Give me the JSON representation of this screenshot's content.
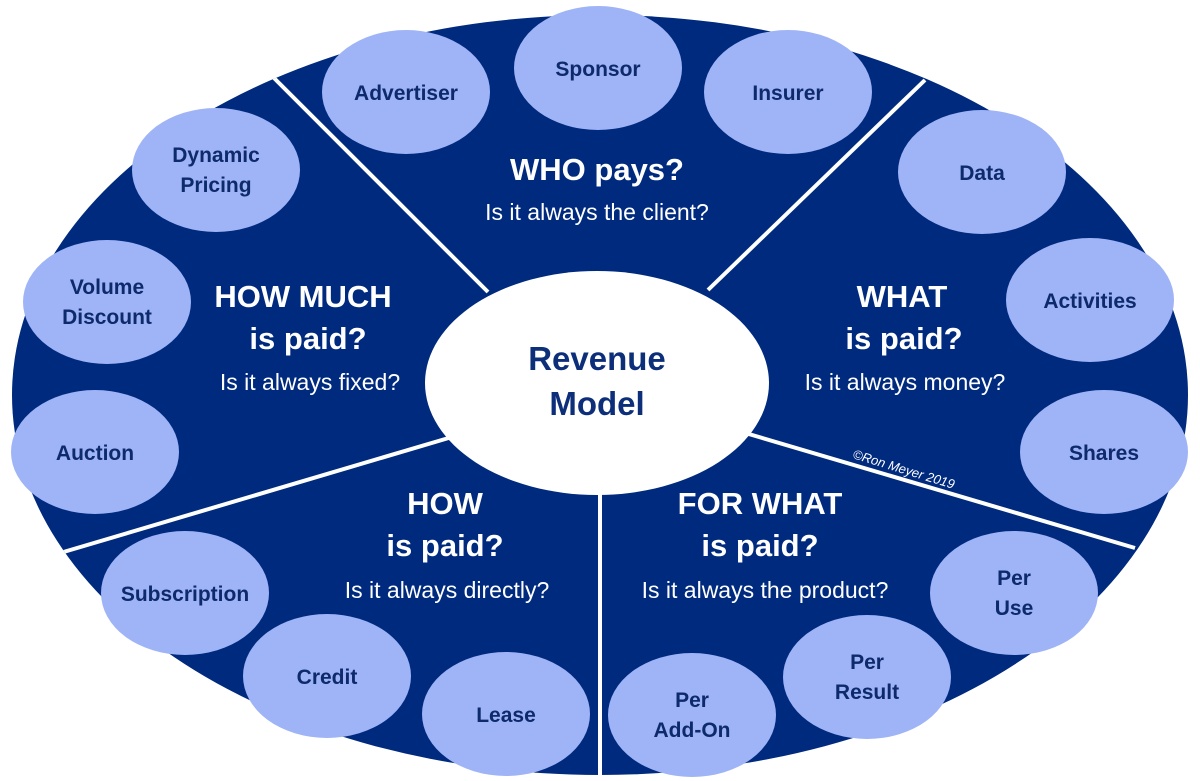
{
  "colors": {
    "ellipse_fill": "#002a7e",
    "divider": "#ffffff",
    "bubble_fill": "#9fb3f7",
    "bubble_text": "#0d2a6b",
    "center_fill": "#ffffff",
    "center_text": "#0d2f7a"
  },
  "center": {
    "line1": "Revenue",
    "line2": "Model"
  },
  "sections": {
    "who": {
      "title": "WHO pays?",
      "question": "Is it always the client?"
    },
    "what": {
      "title_line1": "WHAT",
      "title_line2": "is paid?",
      "question": "Is it always money?"
    },
    "for_what": {
      "title_line1": "FOR WHAT",
      "title_line2": "is paid?",
      "question": "Is it always the product?"
    },
    "how": {
      "title_line1": "HOW",
      "title_line2": "is paid?",
      "question": "Is it always directly?"
    },
    "how_much": {
      "title_line1": "HOW MUCH",
      "title_line2": "is paid?",
      "question": "Is it always fixed?"
    }
  },
  "bubbles": {
    "advertiser": "Advertiser",
    "sponsor": "Sponsor",
    "insurer": "Insurer",
    "data": "Data",
    "activities": "Activities",
    "shares": "Shares",
    "per_use": {
      "line1": "Per",
      "line2": "Use"
    },
    "per_result": {
      "line1": "Per",
      "line2": "Result"
    },
    "per_add_on": {
      "line1": "Per",
      "line2": "Add-On"
    },
    "lease": "Lease",
    "credit": "Credit",
    "subscription": "Subscription",
    "auction": "Auction",
    "volume_discount": {
      "line1": "Volume",
      "line2": "Discount"
    },
    "dynamic_pricing": {
      "line1": "Dynamic",
      "line2": "Pricing"
    }
  },
  "copyright": "©Ron Meyer 2019"
}
